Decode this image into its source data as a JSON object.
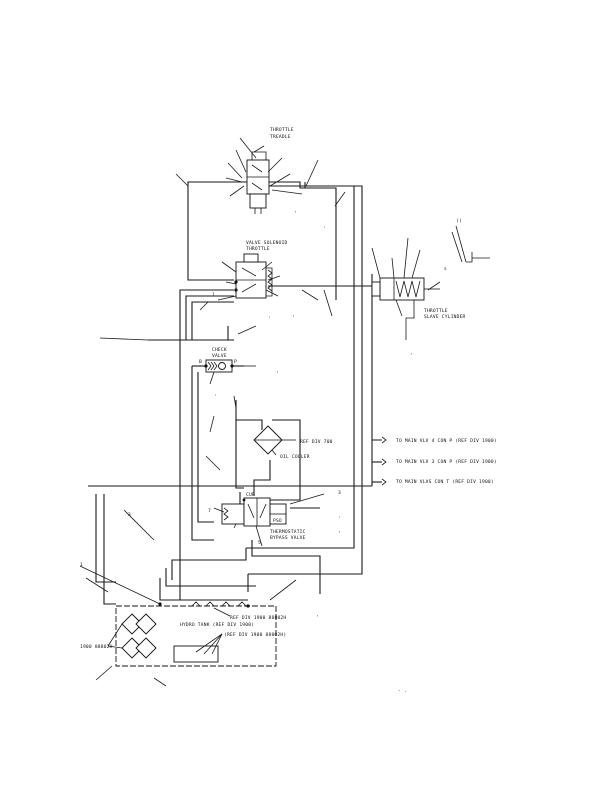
{
  "colors": {
    "line": "#1a1a1a",
    "background": "#ffffff"
  },
  "labels": {
    "throttle_treadle": [
      "THROTTLE",
      "TREADLE"
    ],
    "valve_solenoid": [
      "VALVE SOLENOID",
      "THROTTLE"
    ],
    "throttle_slave": [
      "THROTTLE",
      "SLAVE CYLINDER"
    ],
    "check_valve": [
      "CHECK",
      "VALVE"
    ],
    "check_valve_ports": [
      "P",
      "B"
    ],
    "ref_div_700": "REF DIV 700",
    "oil_cooler": "OIL COOLER",
    "thermostatic": [
      "THERMOSTATIC",
      "BYPASS VALVE"
    ],
    "bypass_port": "PSO",
    "bypass_cur": "CUR",
    "to_main_vlv_4": "TO MAIN VLV 4 CON P (REF DIV 1900)",
    "to_main_vlv_3": "TO MAIN VLV 3 CON P (REF DIV 1900)",
    "to_main_vlvs": "TO MAIN VLVS  CON T (REF DIV 1900)",
    "ref_div_1900_88802h": "REF DIV 1900  88802H",
    "hydro_tank": "HYDRO TANK (REF DIV 1900)",
    "ref_div_1900_88802h_b": "(REF DIV 1900  88802H)",
    "left_ref": "1900  88802H"
  }
}
